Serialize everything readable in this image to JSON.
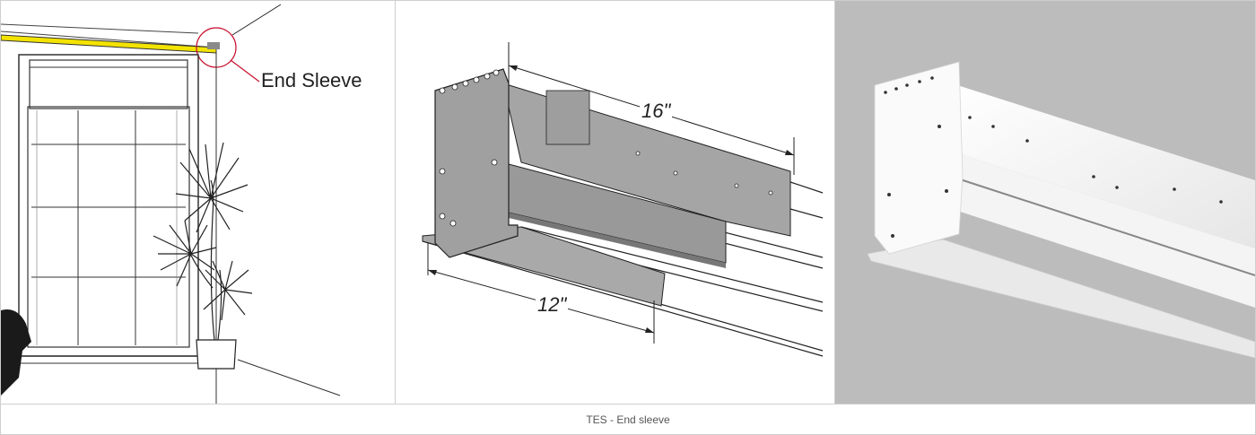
{
  "panels": {
    "room": {
      "callout": "End Sleeve"
    },
    "dimensions": {
      "length_top": "16\"",
      "length_bottom": "12\""
    },
    "photo": {}
  },
  "caption": "TES - End sleeve",
  "colors": {
    "accent_yellow": "#f3e300",
    "callout_red": "#c8102e",
    "sleeve_gray": "#a9a9a9",
    "photo_bg": "#bcbcbc"
  }
}
